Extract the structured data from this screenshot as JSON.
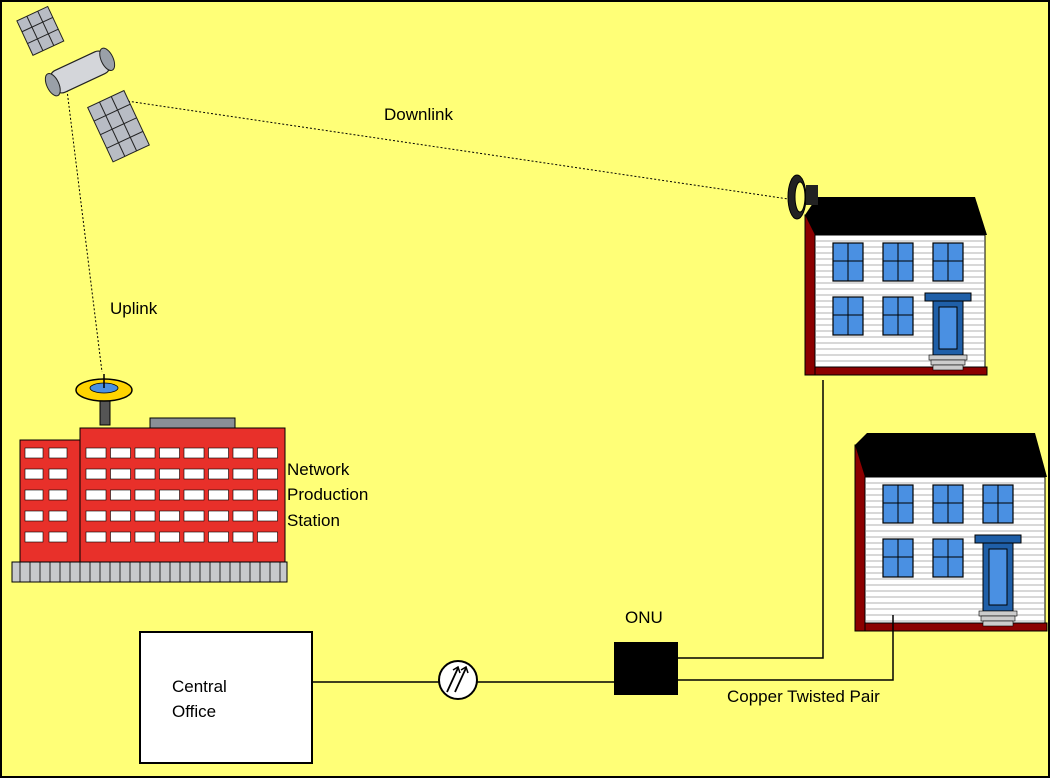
{
  "diagram": {
    "labels": {
      "downlink": "Downlink",
      "uplink": "Uplink",
      "station_line1": "Network",
      "station_line2": "Production",
      "station_line3": "Station",
      "onu": "ONU",
      "central_office_line1": "Central",
      "central_office_line2": "Office",
      "copper": "Copper Twisted Pair"
    },
    "colors": {
      "background": "#FFFF77",
      "building_red": "#E8302A",
      "house_wall": "#FFFFFF",
      "house_roof": "#000000",
      "window_blue": "#4A90E2",
      "house_trim": "#8B0000"
    }
  }
}
